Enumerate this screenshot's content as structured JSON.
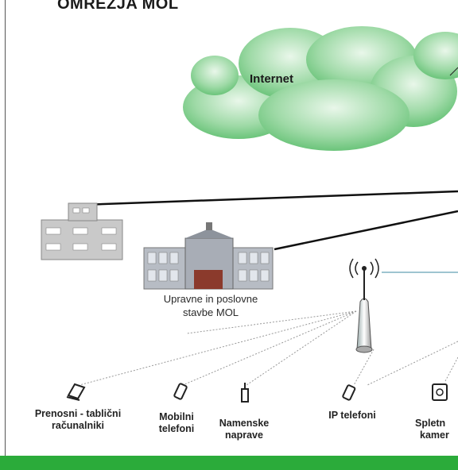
{
  "title": "OMREŽJA MOL",
  "cloud": {
    "label": "Internet"
  },
  "building": {
    "label_line1": "Upravne in poslovne",
    "label_line2": "stavbe MOL"
  },
  "devices": [
    {
      "icon": "laptop-icon",
      "line1": "Prenosni - tablični",
      "line2": "računalniki"
    },
    {
      "icon": "mobile-phone-icon",
      "line1": "Mobilni",
      "line2": "telefoni"
    },
    {
      "icon": "dedicated-device-icon",
      "line1": "Namenske",
      "line2": "naprave"
    },
    {
      "icon": "ip-phone-icon",
      "line1": "IP telefoni",
      "line2": ""
    },
    {
      "icon": "webcam-icon",
      "line1": "Spletn",
      "line2": "kamer"
    }
  ],
  "colors": {
    "footer_bar": "#2bab3a",
    "cloud": "#8fd39a",
    "link_line": "#111111",
    "wireless_line": "#9a9a9a"
  }
}
